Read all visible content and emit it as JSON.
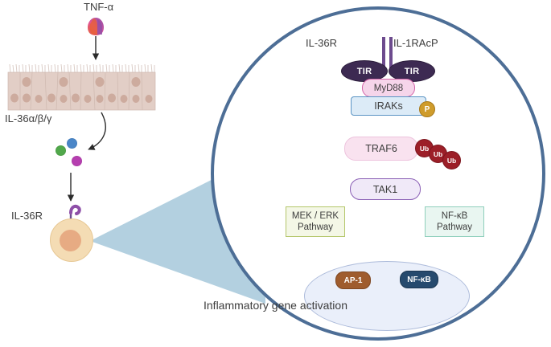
{
  "diagram": {
    "title": "IL-36 / IL-36R inflammatory signaling pathway",
    "colors": {
      "cell_outline": "#4d6e96",
      "membrane": "#e8b765",
      "cone": "#b3d0e0",
      "tir": "#3d2a52",
      "myd88": "#f6d5ea",
      "iraks": "#dcebf7",
      "phospho": "#cf9c2c",
      "traf6": "#f9e2ef",
      "ubiquitin": "#9c1f28",
      "tak1": "#f0e9f8",
      "mek_erk_box": "#f4f7e6",
      "nfkb_box": "#e9f6f1",
      "nucleus": "#eaeffa",
      "ap1": "#9f5c2e",
      "nfkb_tf": "#264a6e",
      "epithelium": "#e2cec6",
      "target_cell": "#f4dcb4",
      "target_nucleus": "#e7ab83",
      "receptor_purple": "#8e4fa8",
      "dna_strand_a": "#4a86c8",
      "dna_strand_b": "#e05fc0"
    }
  },
  "left_panel": {
    "tnf_label": "TNF-α",
    "tnf_icon": "cytokine-trimer-icon",
    "epithelium_label": "epithelial-cell-layer",
    "cytokine_label": "IL-36α/β/γ",
    "cytokines": [
      {
        "name": "il-36-alpha",
        "color": "#4a86c8"
      },
      {
        "name": "il-36-beta",
        "color": "#51a84b"
      },
      {
        "name": "il-36-gamma",
        "color": "#b63fb0"
      }
    ],
    "receptor_cell_label": "IL-36R",
    "arrows": [
      "tnf-to-epithelium-arrow",
      "epithelium-to-cytokines-arrow",
      "cytokines-to-cell-arrow"
    ]
  },
  "magnified_cell": {
    "receptor_left_label": "IL-36R",
    "receptor_right_label": "IL-1RAcP",
    "tir_left_label": "TIR",
    "tir_right_label": "TIR",
    "myd88_label": "MyD88",
    "iraks_label": "IRAKs",
    "phospho_label": "P",
    "traf6_label": "TRAF6",
    "ubiquitin_labels": [
      "Ub",
      "Ub",
      "Ub"
    ],
    "tak1_label": "TAK1",
    "pathways": [
      {
        "name": "mek-erk-pathway",
        "line1": "MEK / ERK",
        "line2": "Pathway"
      },
      {
        "name": "nf-kb-pathway",
        "line1": "NF-κB",
        "line2": "Pathway"
      }
    ],
    "nucleus": {
      "transcription_factors": [
        {
          "name": "ap-1",
          "label": "AP-1"
        },
        {
          "name": "nf-kb",
          "label": "NF-κB"
        }
      ],
      "caption": "Inflammatory gene activation"
    }
  }
}
